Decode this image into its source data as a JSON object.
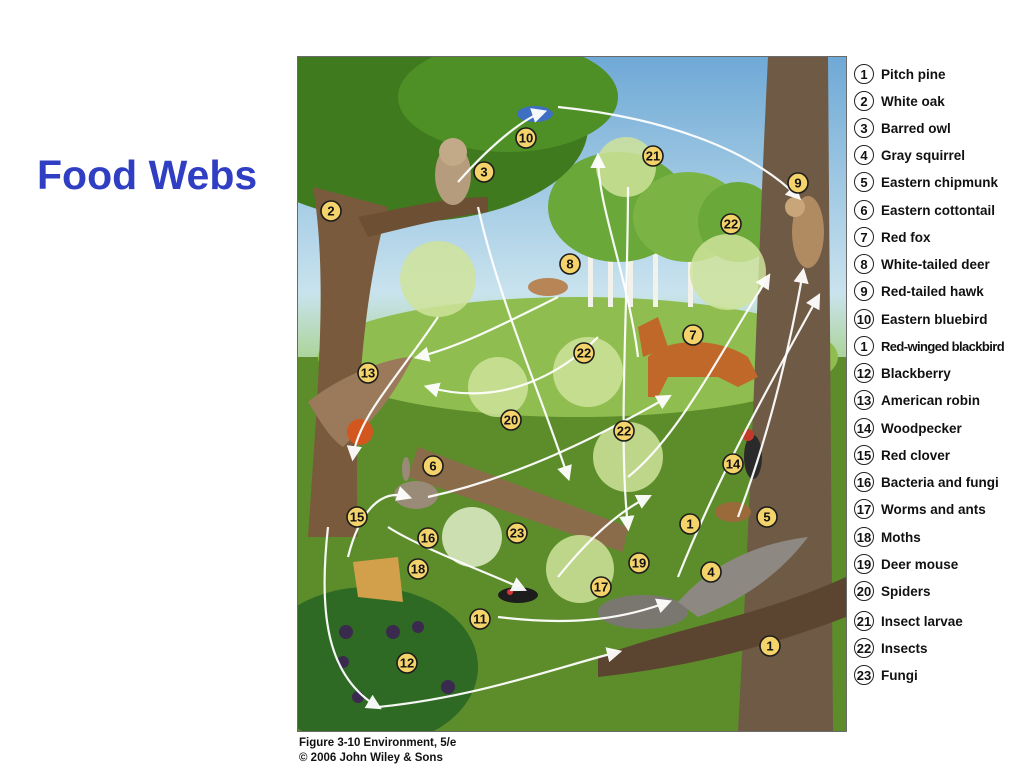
{
  "title": "Food Webs",
  "legend": [
    {
      "num": "1",
      "label": "Pitch pine"
    },
    {
      "num": "2",
      "label": "White oak"
    },
    {
      "num": "3",
      "label": "Barred owl"
    },
    {
      "num": "4",
      "label": "Gray squirrel"
    },
    {
      "num": "5",
      "label": "Eastern chipmunk"
    },
    {
      "num": "6",
      "label": "Eastern cottontail"
    },
    {
      "num": "7",
      "label": "Red fox"
    },
    {
      "num": "8",
      "label": "White-tailed deer"
    },
    {
      "num": "9",
      "label": "Red-tailed hawk"
    },
    {
      "num": "10",
      "label": "Eastern bluebird"
    },
    {
      "num": "1",
      "label": "Red-winged blackbird"
    },
    {
      "num": "12",
      "label": "Blackberry"
    },
    {
      "num": "13",
      "label": "American robin"
    },
    {
      "num": "14",
      "label": "Woodpecker"
    },
    {
      "num": "15",
      "label": "Red clover"
    },
    {
      "num": "16",
      "label": "Bacteria and fungi"
    },
    {
      "num": "17",
      "label": "Worms and ants"
    },
    {
      "num": "18",
      "label": "Moths"
    },
    {
      "num": "19",
      "label": "Deer mouse"
    },
    {
      "num": "20",
      "label": "Spiders"
    },
    {
      "num": "21",
      "label": "Insect larvae"
    },
    {
      "num": "22",
      "label": "Insects"
    },
    {
      "num": "23",
      "label": "Fungi"
    }
  ],
  "scene_tags": [
    "10",
    "21",
    "3",
    "9",
    "2",
    "22",
    "8",
    "7",
    "13",
    "22",
    "20",
    "22",
    "6",
    "14",
    "15",
    "1",
    "5",
    "16",
    "23",
    "19",
    "18",
    "17",
    "4",
    "11",
    "12",
    "1"
  ],
  "caption": {
    "line1": "Figure 3-10  Environment, 5/e",
    "line2": "© 2006 John Wiley & Sons"
  }
}
